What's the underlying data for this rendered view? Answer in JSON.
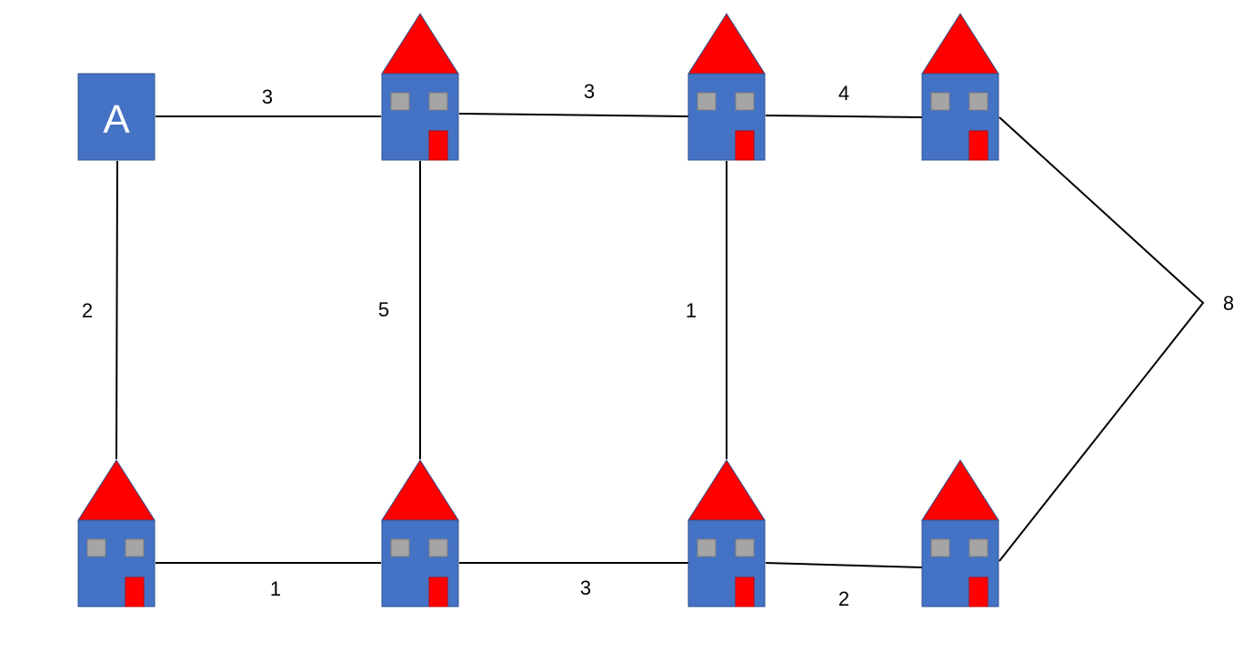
{
  "start_node": {
    "label": "A"
  },
  "edge_weights": {
    "top_a_h1": "3",
    "top_h1_h2": "3",
    "top_h2_h3": "4",
    "left_vertical": "2",
    "mid_vertical_1": "5",
    "mid_vertical_2": "1",
    "bottom_1": "1",
    "bottom_2": "3",
    "bottom_3": "2",
    "right_connector": "8"
  },
  "colors": {
    "node_fill": "#4472c4",
    "roof": "#ff0000",
    "door": "#ff0000",
    "window": "#a5a5a5",
    "edge": "#000000"
  },
  "icons": [
    "start-node-square",
    "house-icon"
  ]
}
